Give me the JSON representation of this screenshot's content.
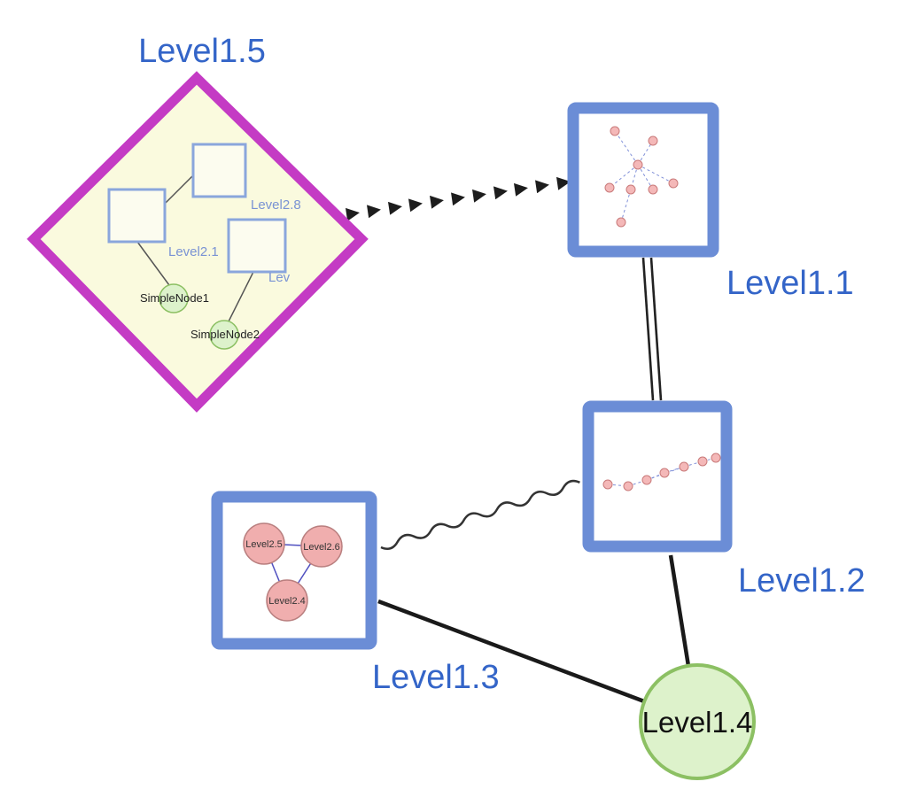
{
  "colors": {
    "label_blue": "#3465c8",
    "node_border_blue": "#6b8dd6",
    "inner_label_blue": "#7a93d4",
    "diamond_magenta": "#c43bc4",
    "diamond_fill": "#fafade",
    "inner_square_fill": "#fcfcef",
    "green_fill": "#ddf2cb",
    "green_stroke": "#8cc063",
    "pink_fill": "#f0aeae",
    "pink_stroke": "#b97f7f",
    "edge_black": "#222222"
  },
  "nodes": {
    "level15": {
      "label": "Level1.5",
      "shape": "diamond-group"
    },
    "level11": {
      "label": "Level1.1",
      "shape": "square-group"
    },
    "level12": {
      "label": "Level1.2",
      "shape": "square-group"
    },
    "level13": {
      "label": "Level1.3",
      "shape": "square-group"
    },
    "level14": {
      "label": "Level1.4",
      "shape": "circle"
    }
  },
  "level15_children": {
    "level28": {
      "label": "Level2.8"
    },
    "level21": {
      "label": "Level2.1"
    },
    "lev": {
      "label": "Lev"
    },
    "simple1": {
      "label": "SimpleNode1"
    },
    "simple2": {
      "label": "SimpleNode2"
    }
  },
  "level13_children": {
    "level25": {
      "label": "Level2.5"
    },
    "level26": {
      "label": "Level2.6"
    },
    "level24": {
      "label": "Level2.4"
    }
  },
  "edges": [
    {
      "from": "Level1.5",
      "to": "Level1.1",
      "style": "bold-dashed-arrowheads"
    },
    {
      "from": "Level1.1",
      "to": "Level1.2",
      "style": "double-parallel"
    },
    {
      "from": "Level1.3",
      "to": "Level1.2",
      "style": "wavy"
    },
    {
      "from": "Level1.3",
      "to": "Level1.4",
      "style": "solid-bold"
    },
    {
      "from": "Level1.2",
      "to": "Level1.4",
      "style": "solid-bold"
    }
  ],
  "level15_edges": [
    {
      "from": "Level2.1",
      "to": "Level2.8"
    },
    {
      "from": "Level2.1",
      "to": "SimpleNode1"
    },
    {
      "from": "Lev",
      "to": "SimpleNode2"
    }
  ],
  "level13_edges": [
    {
      "from": "Level2.5",
      "to": "Level2.6"
    },
    {
      "from": "Level2.5",
      "to": "Level2.4"
    },
    {
      "from": "Level2.6",
      "to": "Level2.4"
    }
  ]
}
